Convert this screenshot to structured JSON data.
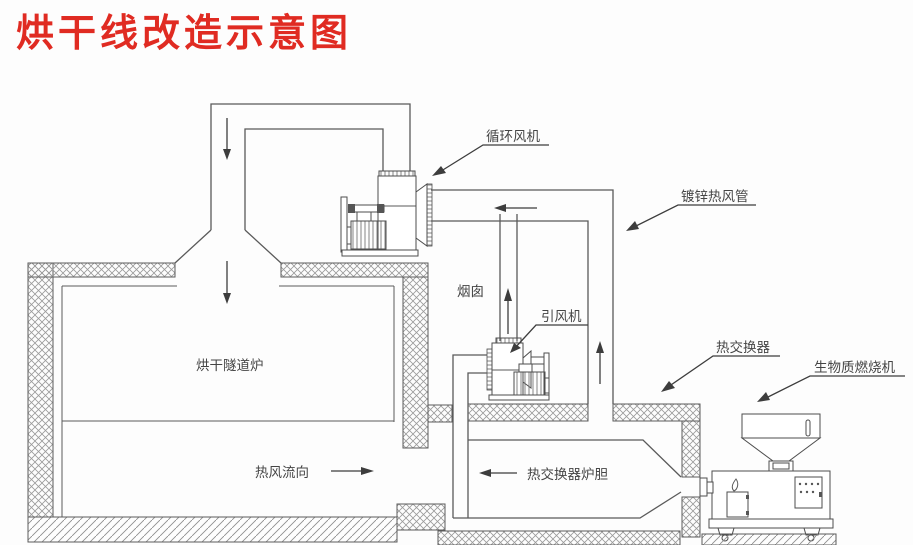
{
  "title": "烘干线改造示意图",
  "colors": {
    "title_red": "#e02b22",
    "line_gray": "#5a5a5a",
    "label_gray": "#454545"
  },
  "labels": {
    "circulation_fan": "循环风机",
    "galvanized_pipe": "镀锌热风管",
    "chimney": "烟囱",
    "induced_draft_fan": "引风机",
    "heat_exchanger": "热交换器",
    "biomass_burner": "生物质燃烧机",
    "drying_tunnel": "烘干隧道炉",
    "hot_air_flow": "热风流向",
    "heat_exchanger_liner": "热交换器炉胆"
  }
}
